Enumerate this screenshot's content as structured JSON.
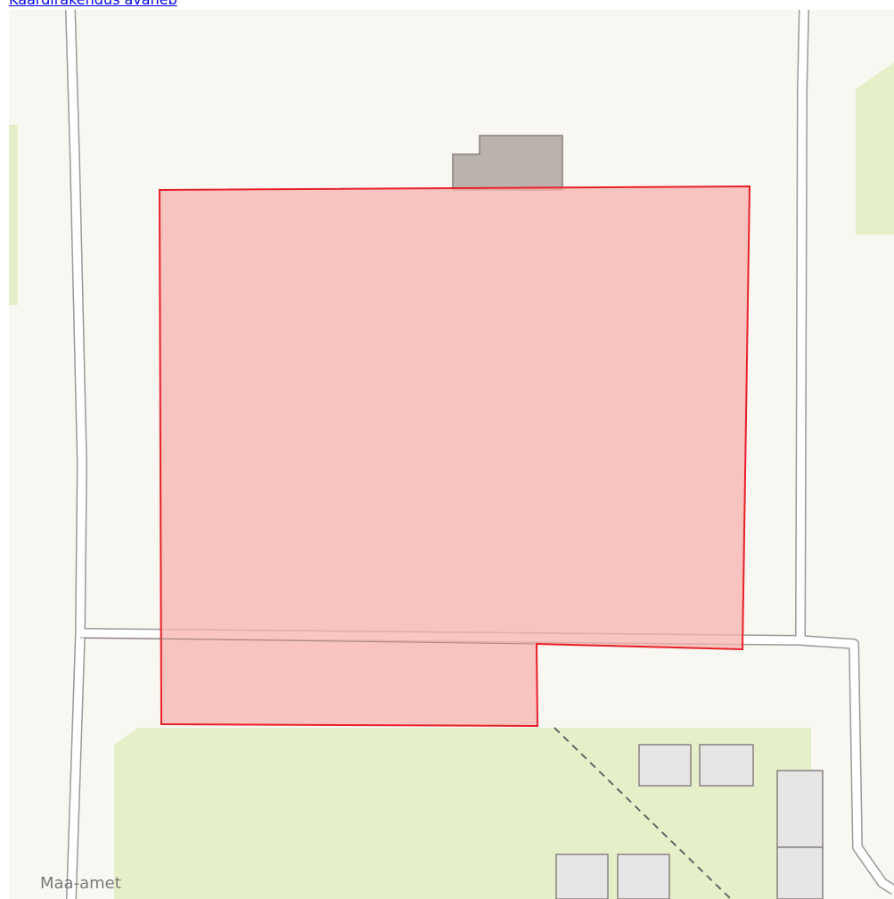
{
  "header": {
    "link_text": "Kaardirakendus avaneb"
  },
  "map": {
    "attribution": "Maa-amet",
    "colors": {
      "background": "#f8f7f1",
      "vegetation": "#e6f0c8",
      "road_fill": "#ffffff",
      "road_casing": "#9a9a9a",
      "parcel_fill": "#f7b3ad",
      "parcel_stroke": "#e8202a",
      "main_building": "#bcb2ac",
      "outbuilding": "#e6e6e6",
      "building_stroke": "#8a8080",
      "path_dashed": "#666666"
    },
    "icons": [
      "vegetation-area",
      "road",
      "building",
      "selected-parcel",
      "footpath"
    ]
  }
}
